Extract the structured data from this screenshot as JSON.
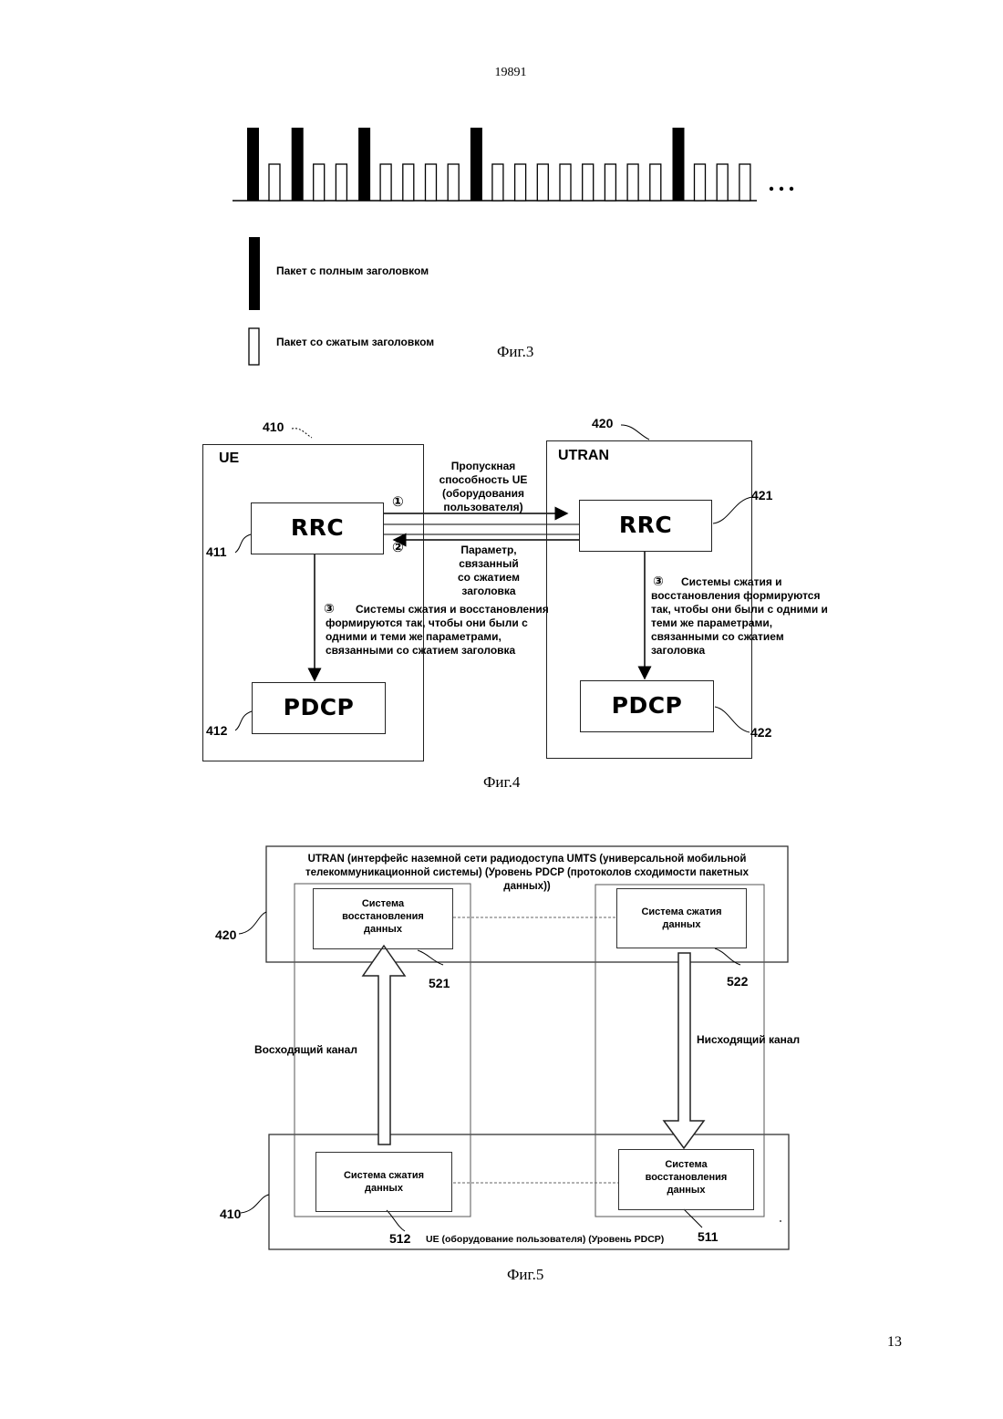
{
  "header": {
    "page_code": "19891",
    "page_number": "13"
  },
  "fig3": {
    "caption": "Фиг.3",
    "legend_full_header": "Пакет с полным заголовком",
    "legend_compressed_header": "Пакет со сжатым заголовком",
    "packet_sequence": [
      "F",
      "C",
      "F",
      "C",
      "C",
      "F",
      "C",
      "C",
      "C",
      "C",
      "F",
      "C",
      "C",
      "C",
      "C",
      "C",
      "C",
      "C",
      "C",
      "F",
      "C",
      "C",
      "C"
    ],
    "continuation": "..."
  },
  "fig4": {
    "caption": "Фиг.4",
    "ue": {
      "ref": "410",
      "title": "UE"
    },
    "utran": {
      "ref": "420",
      "title": "UTRAN"
    },
    "ue_rrc": {
      "label": "RRC",
      "ref": "411"
    },
    "ue_pdcp": {
      "label": "PDCP",
      "ref": "412"
    },
    "utran_rrc": {
      "label": "RRC",
      "ref": "421"
    },
    "utran_pdcp": {
      "label": "PDCP",
      "ref": "422"
    },
    "step1": {
      "marker": "①",
      "lines": [
        "Пропускная",
        "способность UE",
        "(оборудования",
        "пользователя)"
      ]
    },
    "step2": {
      "marker": "②",
      "lines": [
        "Параметр,",
        "связанный",
        "со сжатием",
        "заголовка"
      ]
    },
    "step3_ue": {
      "marker": "③",
      "lines": [
        "Системы сжатия и восстановления",
        "формируются так, чтобы они были с",
        "одними  и теми же параметрами,",
        "связанными со сжатием заголовка"
      ]
    },
    "step3_utran": {
      "marker": "③",
      "lines": [
        "Системы сжатия и",
        "восстановления формируются",
        "так, чтобы они были с одними  и",
        "теми же параметрами,",
        "связанными со сжатием",
        "заголовка"
      ]
    }
  },
  "fig5": {
    "caption": "Фиг.5",
    "utran": {
      "ref": "420",
      "lines": [
        "UTRAN (интерфейс наземной сети радиодоступа UMTS (универсальной мобильной",
        "телекоммуникационной системы) (Уровень PDCP (протоколов сходимости пакетных",
        "данных))"
      ]
    },
    "utran_decompress": {
      "ref": "521",
      "lines": [
        "Система",
        "восстановления",
        "данных"
      ]
    },
    "utran_compress": {
      "ref": "522",
      "lines": [
        "Система сжатия",
        "данных"
      ]
    },
    "ue": {
      "ref": "410",
      "label": "UE (оборудование пользователя) (Уровень PDCP)"
    },
    "ue_compress": {
      "ref": "512",
      "lines": [
        "Система сжатия",
        "данных"
      ]
    },
    "ue_decompress": {
      "ref": "511",
      "lines": [
        "Система",
        "восстановления",
        "данных"
      ]
    },
    "uplink": "Восходящий канал",
    "downlink": "Нисходящий канал"
  }
}
